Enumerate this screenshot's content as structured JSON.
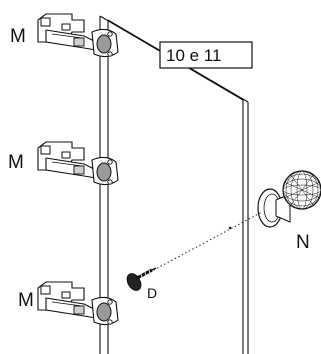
{
  "panel_label": "10 e 11",
  "labels": {
    "hinge_top": "M",
    "hinge_middle": "M",
    "hinge_bottom": "M",
    "knob": "N",
    "screw": "D"
  }
}
